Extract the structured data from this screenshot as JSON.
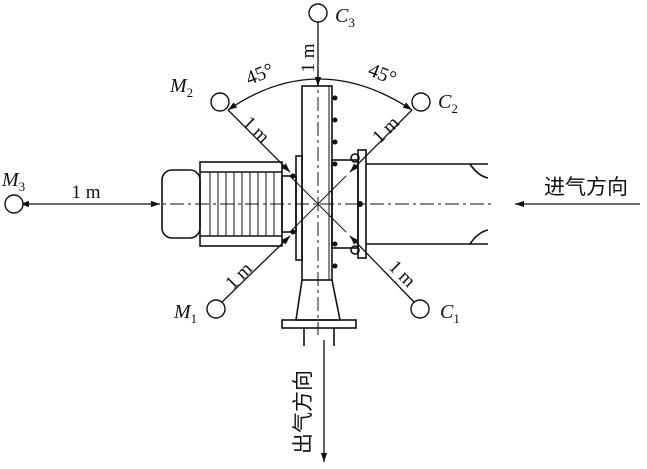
{
  "points": {
    "c3": {
      "letter": "C",
      "sub": "3"
    },
    "c2": {
      "letter": "C",
      "sub": "2"
    },
    "c1": {
      "letter": "C",
      "sub": "1"
    },
    "m2": {
      "letter": "M",
      "sub": "2"
    },
    "m1": {
      "letter": "M",
      "sub": "1"
    },
    "m3": {
      "letter": "M",
      "sub": "3"
    }
  },
  "dimensions": {
    "top": "1 m",
    "upper_left": "1 m",
    "upper_right": "1 m",
    "lower_left": "1 m",
    "lower_right": "1 m",
    "left": "1 m"
  },
  "angles": {
    "left": "45°",
    "right": "45°"
  },
  "flow": {
    "inlet": "进气方向",
    "outlet": "出气方向"
  }
}
